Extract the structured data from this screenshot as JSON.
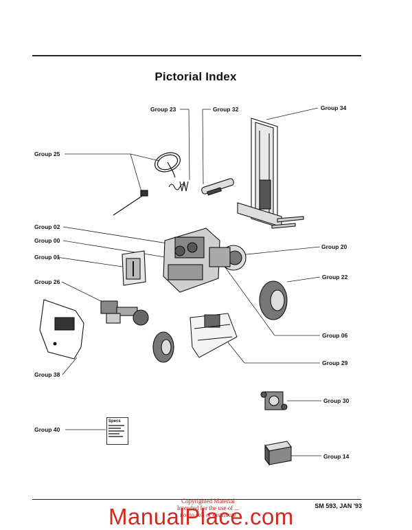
{
  "title": "Pictorial Index",
  "groups": {
    "g23": "Group 23",
    "g32": "Group 32",
    "g34": "Group 34",
    "g25": "Group 25",
    "g02": "Group 02",
    "g00": "Group 00",
    "g01": "Group 01",
    "g20": "Group 20",
    "g22": "Group 22",
    "g26": "Group 26",
    "g06": "Group 06",
    "g29": "Group 29",
    "g38": "Group 38",
    "g30": "Group 30",
    "g40": "Group 40",
    "g14": "Group 14"
  },
  "specs_doc_label": "Specs",
  "footer": {
    "reference": "SM 593, JAN '93",
    "watermark_small": "Copyrighted Material\nIntended for the use of ...\nnot to sell or distribute",
    "watermark_big": "ManualPlace.com"
  }
}
